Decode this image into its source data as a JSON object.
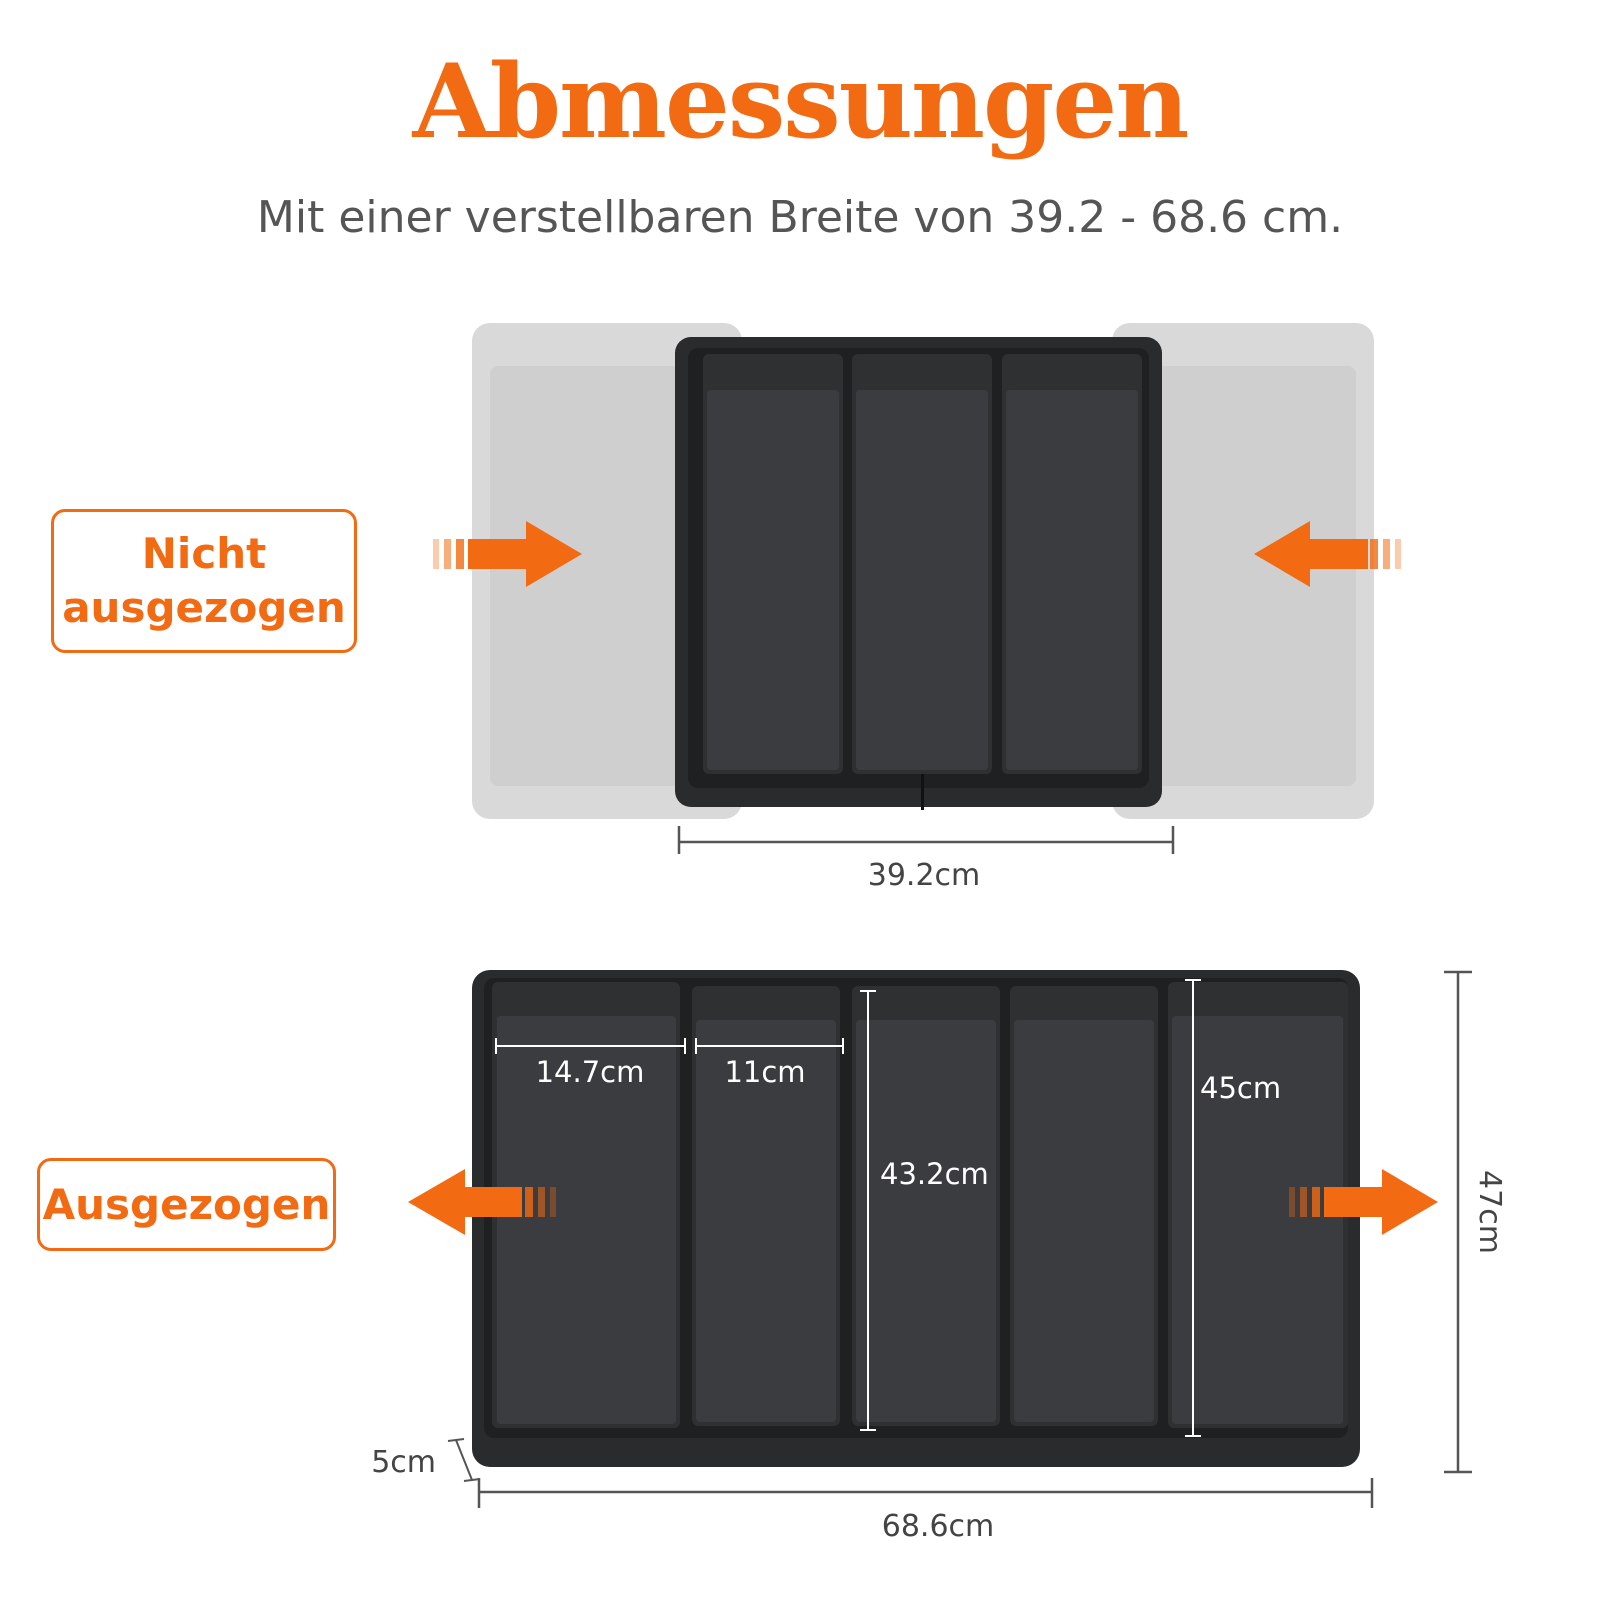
{
  "title": "Abmessungen",
  "subtitle": "Mit einer verstellbaren Breite von 39.2 - 68.6 cm.",
  "states": {
    "closed": {
      "line1": "Nicht",
      "line2": "ausgezogen"
    },
    "open": {
      "label": "Ausgezogen"
    }
  },
  "dimensions": {
    "closed_width": "39.2cm",
    "open_width": "68.6cm",
    "depth": "47cm",
    "height": "5cm",
    "outer_compartment_width": "14.7cm",
    "inner_compartment_width": "11cm",
    "compartment_length": "43.2cm",
    "outer_compartment_length": "45cm"
  },
  "colors": {
    "accent": "#f26a12",
    "tray": "#2f3032",
    "tray_inner": "#3b3c3f",
    "ghost_tray": "#d4d4d4",
    "dim_line": "#555555"
  },
  "icons": {
    "push_in": "arrow-right-icon",
    "push_in_right": "arrow-left-icon",
    "pull_out_left": "arrow-left-icon",
    "pull_out_right": "arrow-right-icon"
  }
}
